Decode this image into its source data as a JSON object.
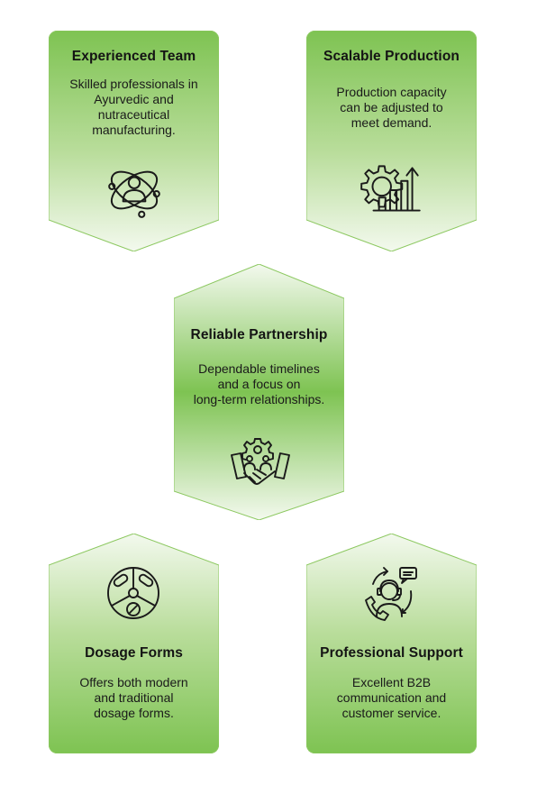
{
  "cards": [
    {
      "title": "Experienced Team",
      "desc_lines": [
        "Skilled professionals in",
        "Ayurvedic and",
        "nutraceutical",
        "manufacturing."
      ],
      "icon": "team-orbit-icon"
    },
    {
      "title": "Scalable Production",
      "desc_lines": [
        "Production capacity",
        "can be adjusted to",
        "meet demand."
      ],
      "icon": "gear-growth-chart-icon"
    },
    {
      "title": "Reliable Partnership",
      "desc_lines": [
        "Dependable timelines",
        "and a focus on",
        "long-term relationships."
      ],
      "icon": "handshake-gear-icon"
    },
    {
      "title": "Dosage Forms",
      "desc_lines": [
        "Offers both modern",
        "and traditional",
        "dosage forms."
      ],
      "icon": "pills-wheel-icon"
    },
    {
      "title": "Professional Support",
      "desc_lines": [
        "Excellent B2B",
        "communication and",
        "customer service."
      ],
      "icon": "support-agent-icon"
    }
  ],
  "colors": {
    "green_strong": "#7ec352",
    "green_light": "#f3f9ee",
    "outline": "#8cc860"
  }
}
